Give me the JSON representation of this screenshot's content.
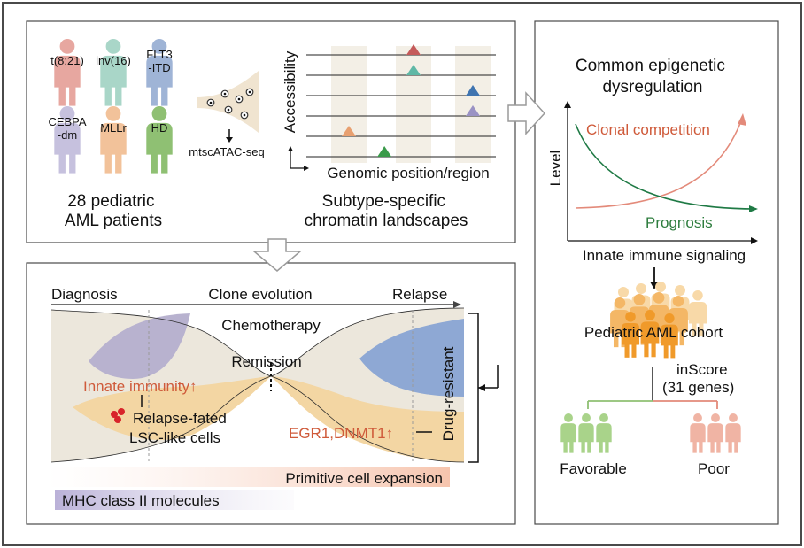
{
  "colors": {
    "frame": "#4a4a4a",
    "panel_bg": "#fafaf8",
    "cream": "#ede8dc",
    "purple": "#b8b2cf",
    "orange": "#f3d6a3",
    "blue": "#8ea8d4",
    "red_text": "#cf5a3a",
    "green_text": "#2e7d3e",
    "green_curve": "#1f7a45",
    "salmon_curve": "#e38a7a"
  },
  "panel_a": {
    "patients": [
      {
        "label": "t(8;21)",
        "color": "#e7a7a0",
        "icon": "person-icon"
      },
      {
        "label": "inv(16)",
        "color": "#a9d6c8",
        "icon": "person-icon"
      },
      {
        "label": "FLT3\n-ITD",
        "color": "#9fb4d6",
        "icon": "person-icon"
      },
      {
        "label": "CEBPA\n-dm",
        "color": "#c6c1de",
        "icon": "person-icon"
      },
      {
        "label": "MLLr",
        "color": "#f2c29a",
        "icon": "person-icon"
      },
      {
        "label": "HD",
        "color": "#8fc073",
        "icon": "person-icon"
      }
    ],
    "cohort_label": "28 pediatric\nAML patients",
    "assay_label": "mtscATAC-seq",
    "y_axis_label": "Accessibility",
    "x_axis_label": "Genomic position/region",
    "caption": "Subtype-specific\nchromatin landscapes",
    "peaks": [
      {
        "row": 0,
        "column": 1,
        "color": "#c45a5a"
      },
      {
        "row": 1,
        "column": 1,
        "color": "#5fb8a6"
      },
      {
        "row": 2,
        "column": 2,
        "color": "#3f74b0"
      },
      {
        "row": 3,
        "column": 2,
        "color": "#9a92c4"
      },
      {
        "row": 4,
        "column": 0,
        "color": "#e8a070"
      },
      {
        "row": 5,
        "column": 0.55,
        "color": "#3a9a4a"
      }
    ]
  },
  "panel_b": {
    "timeline": {
      "start": "Diagnosis",
      "middle": "Clone evolution",
      "end": "Relapse"
    },
    "chemotherapy": "Chemotherapy",
    "remission": "Remission",
    "innate_immunity": "Innate immunity",
    "up_arrow": "↑",
    "relapse_cells": "Relapse-fated\nLSC-like cells",
    "egr": "EGR1,DNMT1",
    "drug_resistant": "Drug-resistant",
    "primitive": "Primitive cell expansion",
    "mhc": "MHC class II molecules"
  },
  "panel_c": {
    "title": "Common epigenetic\ndysregulation",
    "clonal": "Clonal competition",
    "level": "Level",
    "prognosis": "Prognosis",
    "x_axis": "Innate immune signaling",
    "cohort": "Pediatric AML cohort",
    "inscore": "inScore\n(31 genes)",
    "favorable": "Favorable",
    "poor": "Poor"
  }
}
